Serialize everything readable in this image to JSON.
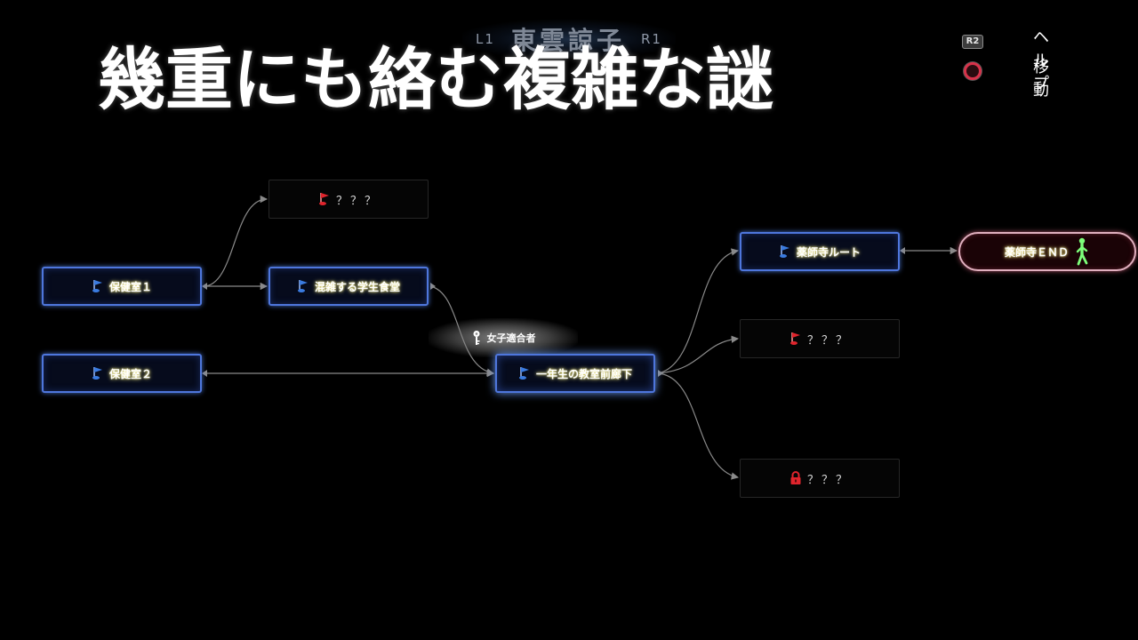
{
  "tab_bar": {
    "left_key": "L1",
    "character": "東雲諒子",
    "right_key": "R1"
  },
  "headline": "幾重にも絡む複雑な謎",
  "help_menu": [
    {
      "button": "R2",
      "icon": "r2-button-icon",
      "label": "ヘルプ"
    },
    {
      "button": "circle",
      "icon": "circle-button-icon",
      "label": "移動"
    }
  ],
  "nodes": {
    "hoken1": {
      "label": "保健室１",
      "icon": "blue-flag-icon",
      "state": "cleared"
    },
    "hoken2": {
      "label": "保健室２",
      "icon": "blue-flag-icon",
      "state": "cleared"
    },
    "unknown_top": {
      "label": "？？？",
      "icon": "red-flag-icon",
      "state": "unknown"
    },
    "shokudo": {
      "label": "混雑する学生食堂",
      "icon": "blue-flag-icon",
      "state": "cleared"
    },
    "rouka": {
      "label": "一年生の教室前廊下",
      "icon": "blue-flag-icon",
      "state": "current"
    },
    "yakushiji_route": {
      "label": "薬師寺ルート",
      "icon": "blue-flag-icon",
      "state": "cleared"
    },
    "unknown_mid": {
      "label": "？？？",
      "icon": "red-flag-icon",
      "state": "unknown"
    },
    "unknown_locked": {
      "label": "？？？",
      "icon": "red-lock-icon",
      "state": "locked"
    },
    "yakushiji_end": {
      "label": "薬師寺ＥＮＤ",
      "icon": "walking-figure-icon",
      "state": "ending"
    }
  },
  "condition": {
    "label": "女子適合者",
    "icon": "key-icon"
  },
  "colors": {
    "node_border": "#4e76dc",
    "node_fill": "#060b1c",
    "flag_blue": "#3a7be0",
    "flag_red": "#e0242c",
    "end_border": "#e0b0bf",
    "walker_green": "#7dff7a",
    "connector": "#8a8a8a"
  }
}
